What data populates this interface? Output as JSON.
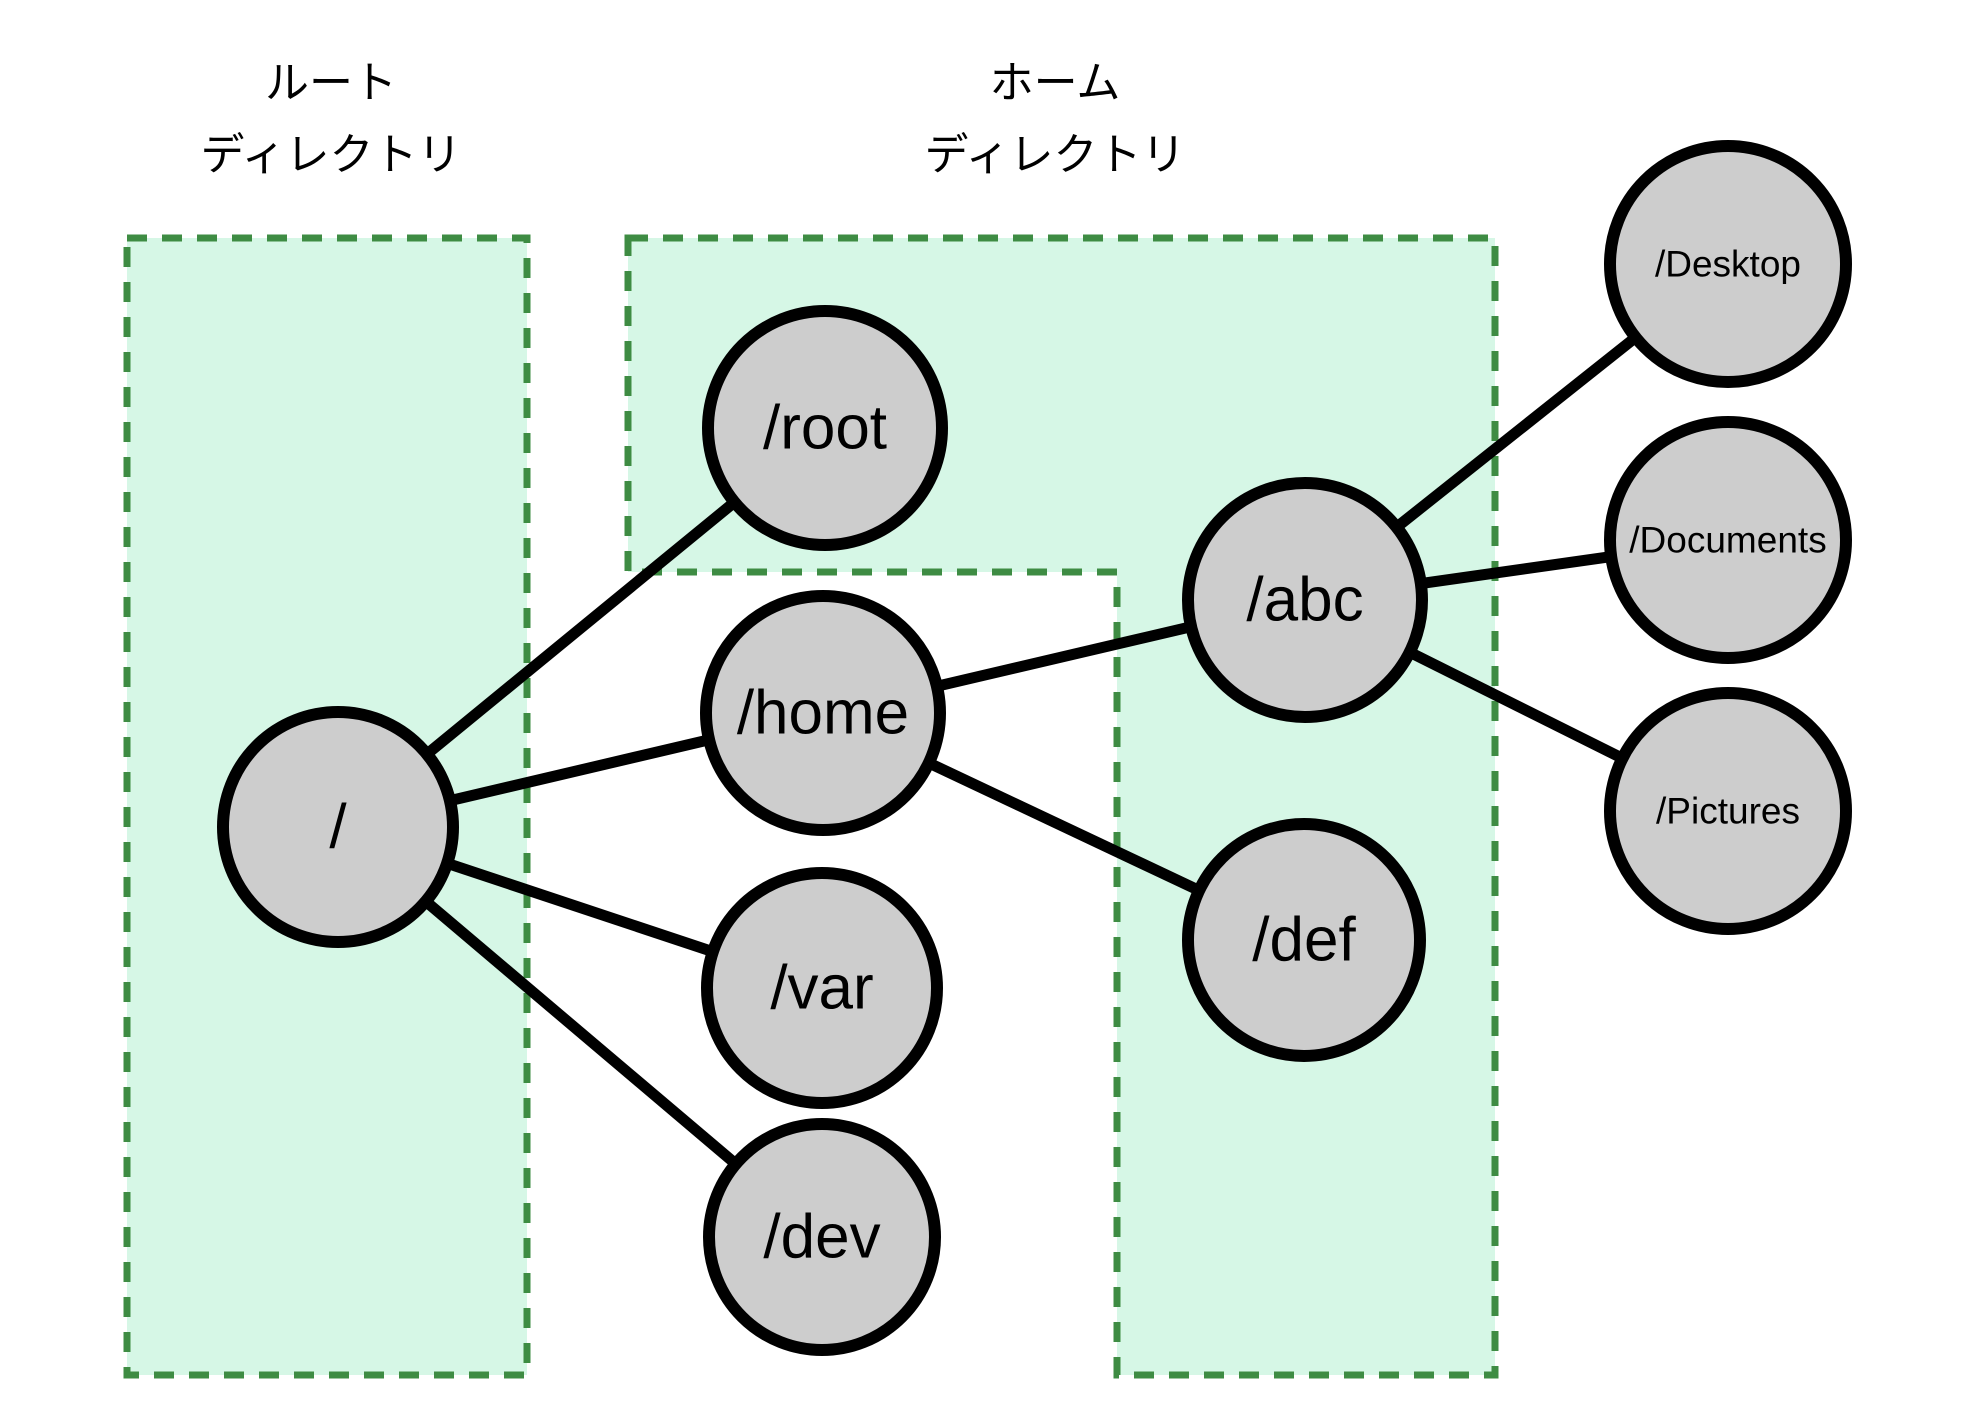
{
  "colors": {
    "background": "#ffffff",
    "region_fill": "#d6f7e6",
    "region_stroke": "#3e8c43",
    "node_fill": "#cdcdcd",
    "line_color": "#000000",
    "text_color": "#000000"
  },
  "diagram": {
    "annotations": {
      "root_directory": {
        "line1": "ルート",
        "line2": "ディレクトリ"
      },
      "home_directory": {
        "line1": "ホーム",
        "line2": "ディレクトリ"
      }
    },
    "nodes": {
      "slash": {
        "label": "/"
      },
      "root": {
        "label": "/root"
      },
      "home": {
        "label": "/home"
      },
      "var": {
        "label": "/var"
      },
      "dev": {
        "label": "/dev"
      },
      "abc": {
        "label": "/abc"
      },
      "def": {
        "label": "/def"
      },
      "desktop": {
        "label": "/Desktop"
      },
      "documents": {
        "label": "/Documents"
      },
      "pictures": {
        "label": "/Pictures"
      }
    },
    "edges": [
      {
        "from": "/",
        "to": "/root"
      },
      {
        "from": "/",
        "to": "/home"
      },
      {
        "from": "/",
        "to": "/var"
      },
      {
        "from": "/",
        "to": "/dev"
      },
      {
        "from": "/home",
        "to": "/abc"
      },
      {
        "from": "/home",
        "to": "/def"
      },
      {
        "from": "/abc",
        "to": "/Desktop"
      },
      {
        "from": "/abc",
        "to": "/Documents"
      },
      {
        "from": "/abc",
        "to": "/Pictures"
      }
    ]
  }
}
